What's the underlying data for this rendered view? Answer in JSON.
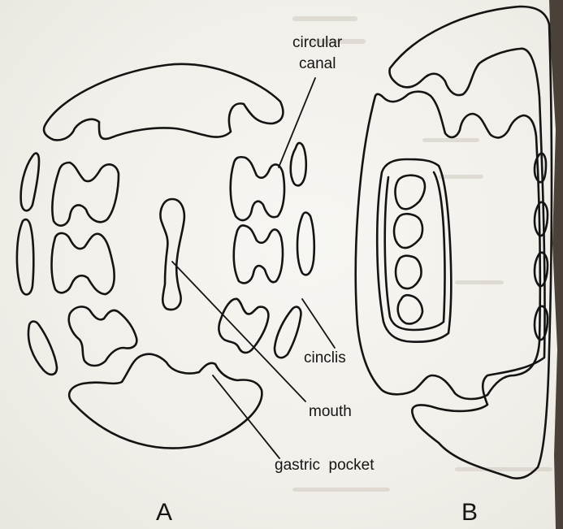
{
  "labels": {
    "circular_canal_line1": "circular",
    "circular_canal_line2": "canal",
    "cinclis": "cinclis",
    "mouth": "mouth",
    "gastric_pocket": "gastric  pocket",
    "figure_a": "A",
    "figure_b": "B"
  },
  "colors": {
    "ink": "#141414",
    "paper": "#f3f1ec"
  }
}
